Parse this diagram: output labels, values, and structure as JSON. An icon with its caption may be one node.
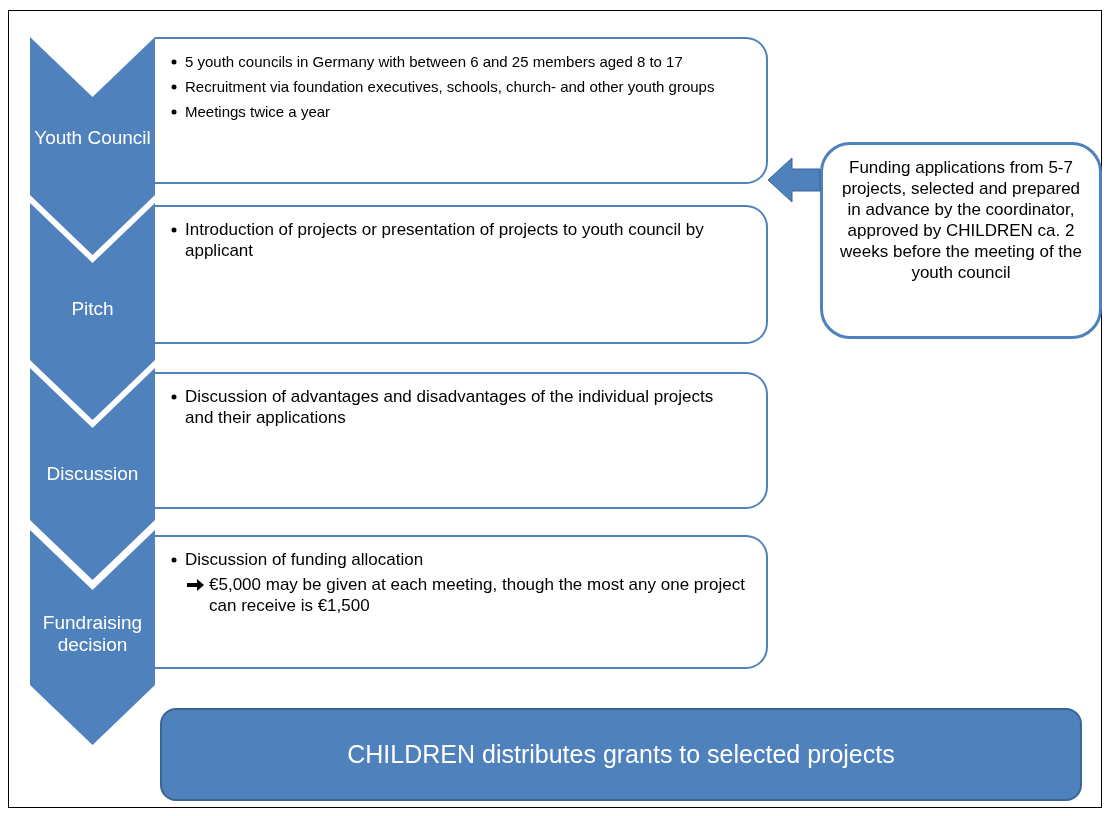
{
  "diagram": {
    "nodes": [
      {
        "text": [
          "Youth Council"
        ]
      },
      {
        "text": [
          "5 youth councils in Germany with between 6 and 25 members aged 8 to 17",
          "Recruitment via foundation executives, schools, church- and other youth groups",
          "Meetings twice a year"
        ]
      },
      {
        "text": [
          "Pitch"
        ]
      },
      {
        "text": [
          "Introduction of projects or presentation of projects to youth council by applicant"
        ]
      },
      {
        "text": [
          "Discussion"
        ]
      },
      {
        "text": [
          "Discussion of advantages and disadvantages of the individual projects and their applications"
        ]
      },
      {
        "text": [
          "Fundraising decision"
        ]
      },
      {
        "text": [
          "Discussion of funding allocation",
          "€5,000 may be given at each meeting, though the most any one project can receive is €1,500"
        ]
      },
      {
        "text": [
          "Funding applications from 5-7 projects, selected and prepared in advance by the coordinator, approved by CHILDREN ca. 2 weeks before the meeting of the youth council"
        ]
      },
      {
        "text": [
          "CHILDREN distributes grants to selected projects"
        ]
      }
    ],
    "edges": [
      {
        "from": 8,
        "to": 1,
        "arrow": "to",
        "style": "thick"
      }
    ]
  }
}
